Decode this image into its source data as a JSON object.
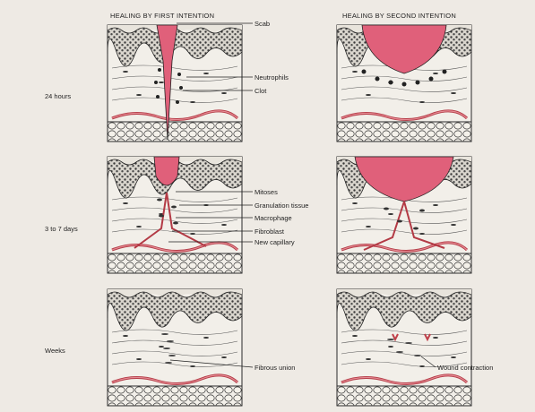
{
  "headers": {
    "first": "HEALING BY FIRST INTENTION",
    "second": "HEALING BY SECOND INTENTION"
  },
  "rows": [
    "24 hours",
    "3 to 7 days",
    "Weeks"
  ],
  "labels": {
    "scab": "Scab",
    "neutrophils": "Neutrophils",
    "clot": "Clot",
    "mitoses": "Mitoses",
    "granulation": "Granulation tissue",
    "macrophage": "Macrophage",
    "fibroblast": "Fibroblast",
    "capillary": "New capillary",
    "fibrous": "Fibrous union",
    "contraction": "Wound contraction"
  },
  "colors": {
    "background": "#eeeae4",
    "scab": "#e0607a",
    "vessel": "#c0404a",
    "ink": "#1f1f1f"
  }
}
